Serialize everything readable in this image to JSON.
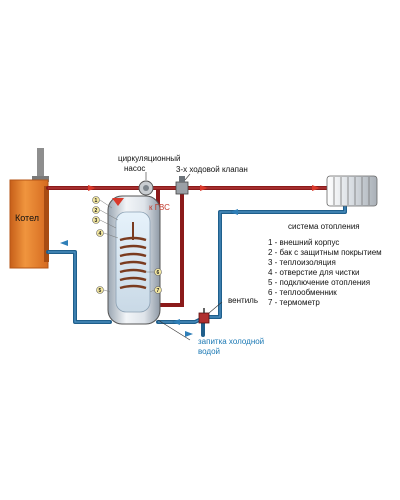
{
  "labels": {
    "boiler": "Котел",
    "pump": "циркуляционный\nнасос",
    "valve": "3-х ходовой клапан",
    "heating_system": "система отопления",
    "hot_water": "к ГВС",
    "cold_water": "запитка холодной\nводой",
    "valve_tap": "вентиль"
  },
  "legend": [
    "1 - внешний корпус",
    "2 - бак с защитным покрытием",
    "3 - теплоизоляция",
    "4 - отверстие для чистки",
    "5 - подключение отопления",
    "6 - теплообменник",
    "7 - термометр"
  ],
  "markers": [
    "1",
    "2",
    "3",
    "4",
    "5",
    "6",
    "7"
  ],
  "colors": {
    "hot_pipe": "#8b1a1a",
    "cold_pipe": "#1f5f8c",
    "boiler": "#e07a2c",
    "arrow_hot": "#d9392b",
    "arrow_cold": "#2f7fb8"
  }
}
